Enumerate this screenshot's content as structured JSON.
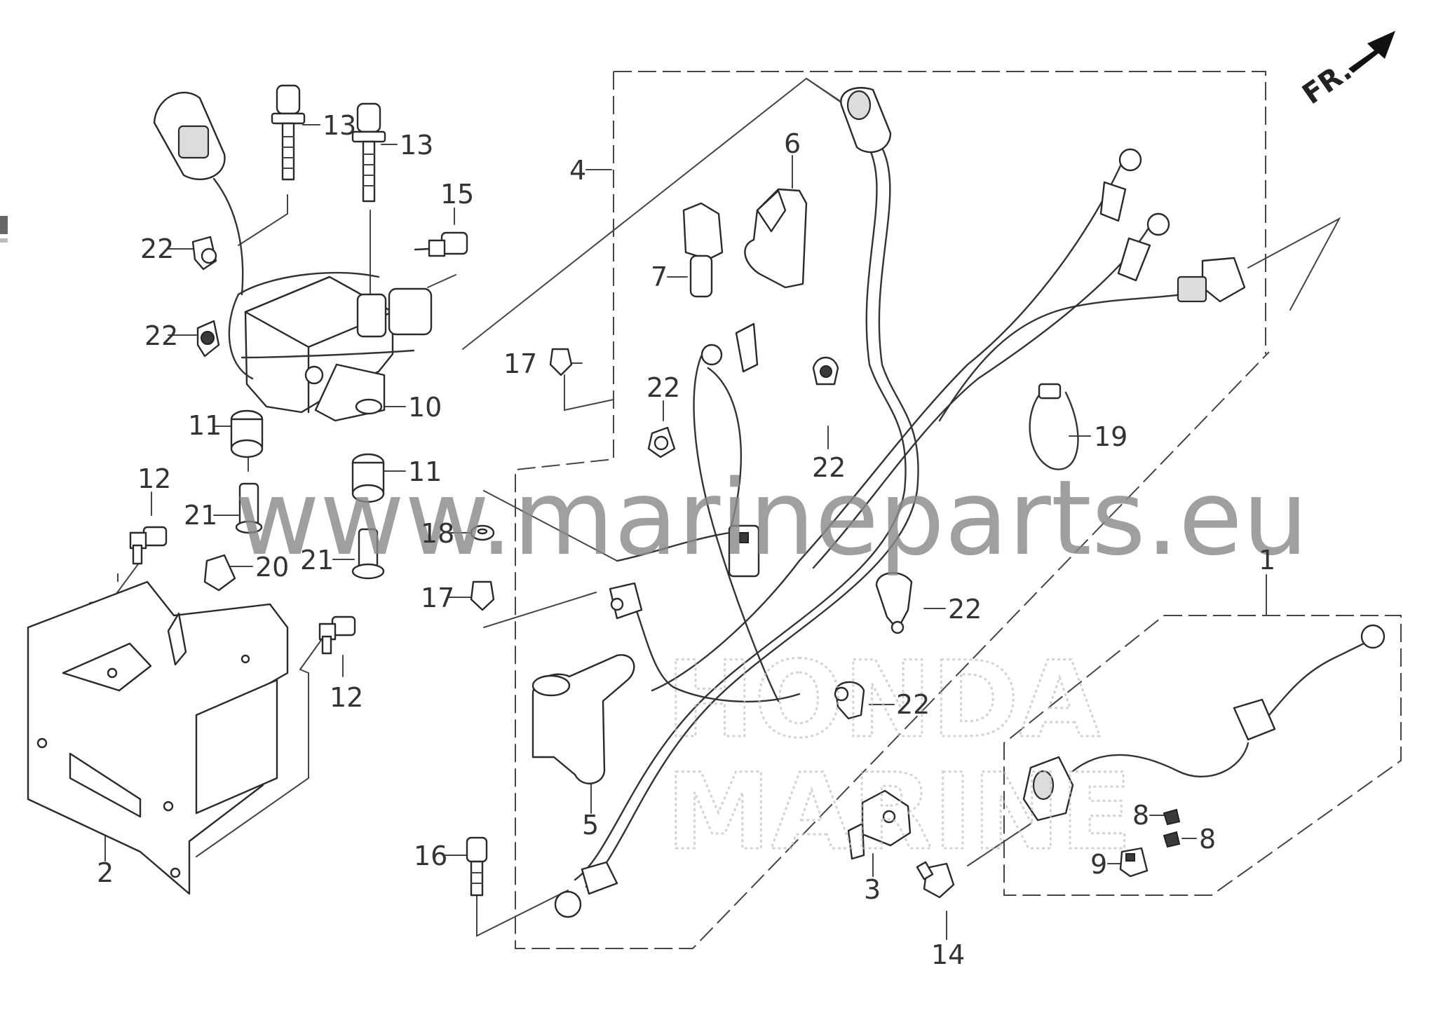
{
  "direction_label": "FR.",
  "watermark": "www.marineparts.eu",
  "brand_watermark": [
    "HONDA",
    "MARINE"
  ],
  "callouts": {
    "p1": "1",
    "p2": "2",
    "p3": "3",
    "p4": "4",
    "p5": "5",
    "p6": "6",
    "p7": "7",
    "p8a": "8",
    "p8b": "8",
    "p9": "9",
    "p10": "10",
    "p11a": "11",
    "p11b": "11",
    "p12a": "12",
    "p12b": "12",
    "p13a": "13",
    "p13b": "13",
    "p14": "14",
    "p15": "15",
    "p16": "16",
    "p17a": "17",
    "p17b": "17",
    "p18": "18",
    "p19": "19",
    "p20": "20",
    "p21a": "21",
    "p21b": "21",
    "p22a": "22",
    "p22b": "22",
    "p22c": "22",
    "p22d": "22",
    "p22e": "22",
    "p22f": "22"
  },
  "icons": [
    "fr-direction-arrow-icon"
  ]
}
